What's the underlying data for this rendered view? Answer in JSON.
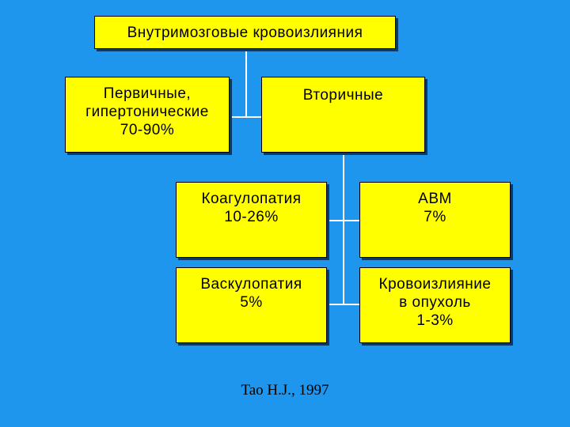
{
  "diagram": {
    "root": {
      "label": "Внутримозговые кровоизлияния"
    },
    "primary": {
      "lines": [
        "Первичные,",
        "гипертонические",
        "70-90%"
      ]
    },
    "secondary": {
      "label": "Вторичные"
    },
    "coagulopathy": {
      "lines": [
        "Коагулопатия",
        "10-26%"
      ]
    },
    "avm": {
      "lines": [
        "АВМ",
        "7%"
      ]
    },
    "vasculopathy": {
      "lines": [
        "Васкулопатия",
        "5%"
      ]
    },
    "tumor_hemorrhage": {
      "lines": [
        "Кровоизлияние",
        "в опухоль",
        "1-3%"
      ]
    }
  },
  "citation": "Tao H.J., 1997",
  "colors": {
    "background": "#1e96ee",
    "box_fill": "#ffff00",
    "connector": "#ffffff"
  }
}
